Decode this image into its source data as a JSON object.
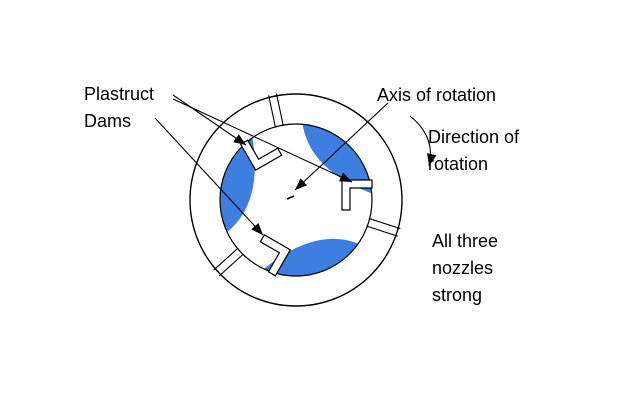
{
  "diagram": {
    "colors": {
      "water": "#3d7ee0",
      "stroke": "#000000",
      "background": "#ffffff"
    },
    "labels": {
      "plastruct_dams": {
        "lines": [
          "Plastruct",
          "Dams"
        ]
      },
      "axis_of_rotation": "Axis of rotation",
      "direction_of_rotation": {
        "lines": [
          "Direction of",
          "rotation"
        ]
      },
      "nozzles_note": {
        "lines": [
          "All three",
          "nozzles",
          "strong"
        ]
      }
    }
  }
}
